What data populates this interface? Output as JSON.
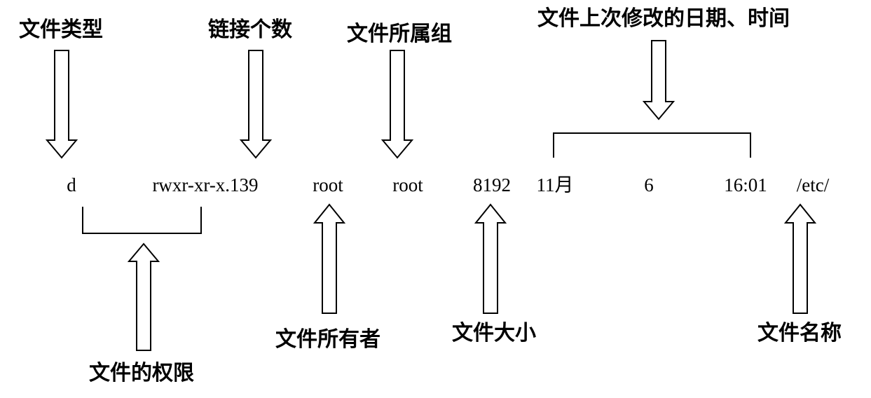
{
  "top_labels": {
    "file_type": "文件类型",
    "link_count": "链接个数",
    "group": "文件所属组",
    "mtime": "文件上次修改的日期、时间"
  },
  "fields": {
    "type": "d",
    "permissions": "rwxr-xr-x.139",
    "owner": "root",
    "group": "root",
    "size": "8192",
    "month": "11月",
    "day": "6",
    "time": "16:01",
    "name": "/etc/"
  },
  "bottom_labels": {
    "permissions": "文件的权限",
    "owner": "文件所有者",
    "size": "文件大小",
    "name": "文件名称"
  }
}
